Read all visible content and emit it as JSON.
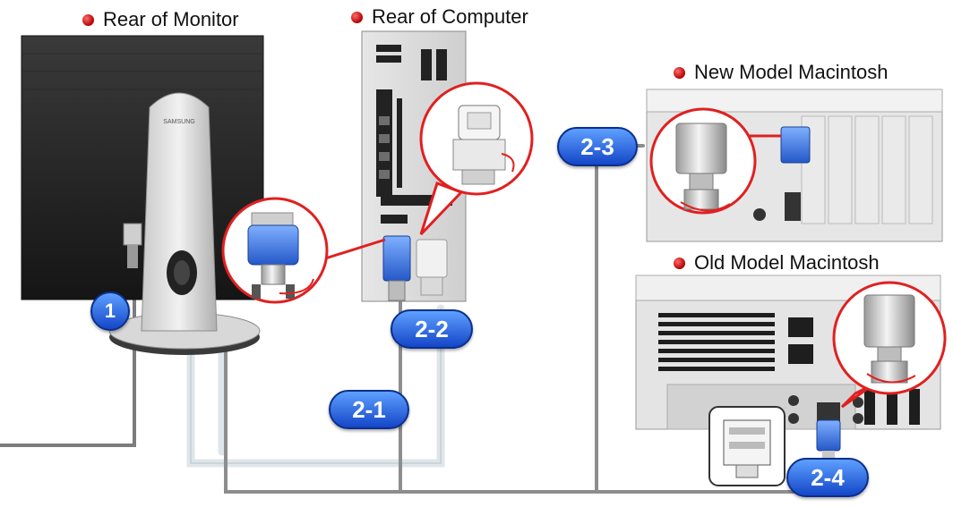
{
  "headings": {
    "rear_monitor": "Rear of Monitor",
    "rear_computer": "Rear of Computer",
    "new_mac": "New Model Macintosh",
    "old_mac": "Old Model Macintosh"
  },
  "monitor_brand": "SAMSUNG",
  "step_labels": {
    "step_1": "1",
    "step_2_1": "2-1",
    "step_2_2": "2-2",
    "step_2_3": "2-3",
    "step_2_4": "2-4"
  },
  "colors": {
    "accent_blue": "#2a6cf0",
    "bullet_red": "#c40000",
    "callout_border": "#e02020",
    "cable_white": "#e9edf0"
  }
}
